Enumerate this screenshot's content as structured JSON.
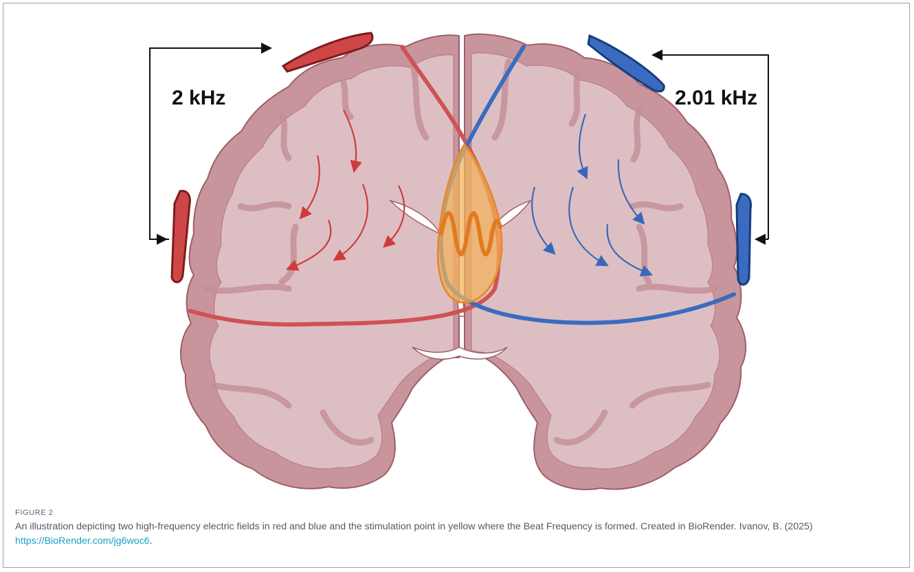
{
  "figure": {
    "label": "FIGURE 2",
    "caption_text": "An illustration depicting two high-frequency electric fields in red and blue and the stimulation point in yellow where the Beat Frequency is formed. Created in BioRender. Ivanov, B. (2025) ",
    "caption_link": "https://BioRender.com/jg6woc6",
    "caption_end": "."
  },
  "illustration": {
    "left_frequency": "2 kHz",
    "right_frequency": "2.01 kHz",
    "icons": [
      "brain-coronal-section-icon",
      "electrode-icon",
      "current-arrow-icon",
      "beat-waveform-icon"
    ],
    "colors": {
      "left_field": "#d04848",
      "right_field": "#3f6fbf",
      "stimulation_zone": "#f2b35a",
      "brain_gray": "#dfc2c6",
      "brain_cortex": "#c9959d",
      "brain_outline": "#9d5e68"
    }
  }
}
